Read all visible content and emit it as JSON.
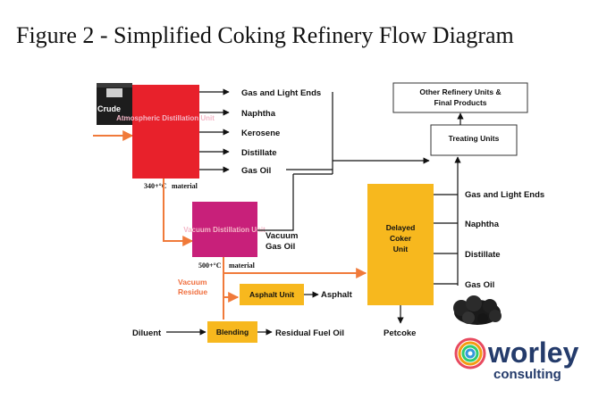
{
  "title": "Figure 2 - Simplified Coking Refinery Flow Diagram",
  "crude": {
    "label": "Crude"
  },
  "units": {
    "atmospheric": "Atmospheric Distillation Unit",
    "vacuum": "Vacuum Distillation Unit",
    "coker": [
      "Delayed",
      "Coker",
      "Unit"
    ],
    "asphalt": "Asphalt Unit",
    "blending": "Blending",
    "treating": "Treating Units",
    "other": [
      "Other Refinery Units &",
      "Final Products"
    ]
  },
  "atmospheric_outputs": [
    "Gas and Light Ends",
    "Naphtha",
    "Kerosene",
    "Distillate",
    "Gas Oil"
  ],
  "coker_outputs": [
    "Gas and Light Ends",
    "Naphtha",
    "Distillate",
    "Gas Oil"
  ],
  "labels": {
    "temp_340": "340+°C",
    "temp_340_material": "material",
    "temp_500": "500+°C",
    "temp_500_material": "material",
    "vacuum_gas_oil": [
      "Vacuum",
      "Gas Oil"
    ],
    "vacuum_residue": [
      "Vacuum",
      "Residue"
    ],
    "asphalt": "Asphalt",
    "diluent": "Diluent",
    "residual_fuel_oil": "Residual Fuel Oil",
    "petcoke": "Petcoke"
  },
  "logo": {
    "name": "worley",
    "sub": "consulting"
  },
  "colors": {
    "atmospheric": "#e8212b",
    "vacuum": "#c8207a",
    "coker": "#f7b81e",
    "flow_orange": "#f07a3a"
  }
}
